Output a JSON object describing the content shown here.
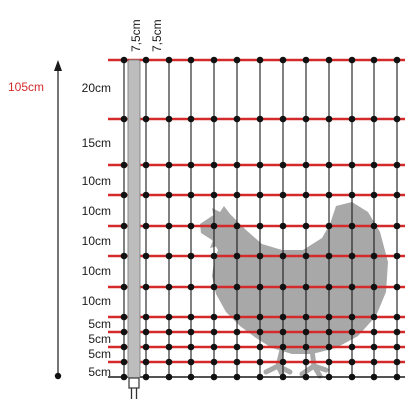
{
  "diagram": {
    "total_height_label": "105cm",
    "spacing_labels": [
      "20cm",
      "15cm",
      "10cm",
      "10cm",
      "10cm",
      "10cm",
      "10cm",
      "5cm",
      "5cm",
      "5cm",
      "5cm"
    ],
    "post_spacing_labels": [
      "7,5cm",
      "7,5cm"
    ],
    "colors": {
      "strand": "#d42a2a",
      "vertical": "#1a1a1a",
      "knot": "#111111",
      "post": "#bdbdbd",
      "chicken": "#a8a8a8",
      "total_label": "#d42a2a"
    },
    "icons": {
      "chicken": "chicken-silhouette-icon",
      "post": "fence-post-icon"
    }
  }
}
